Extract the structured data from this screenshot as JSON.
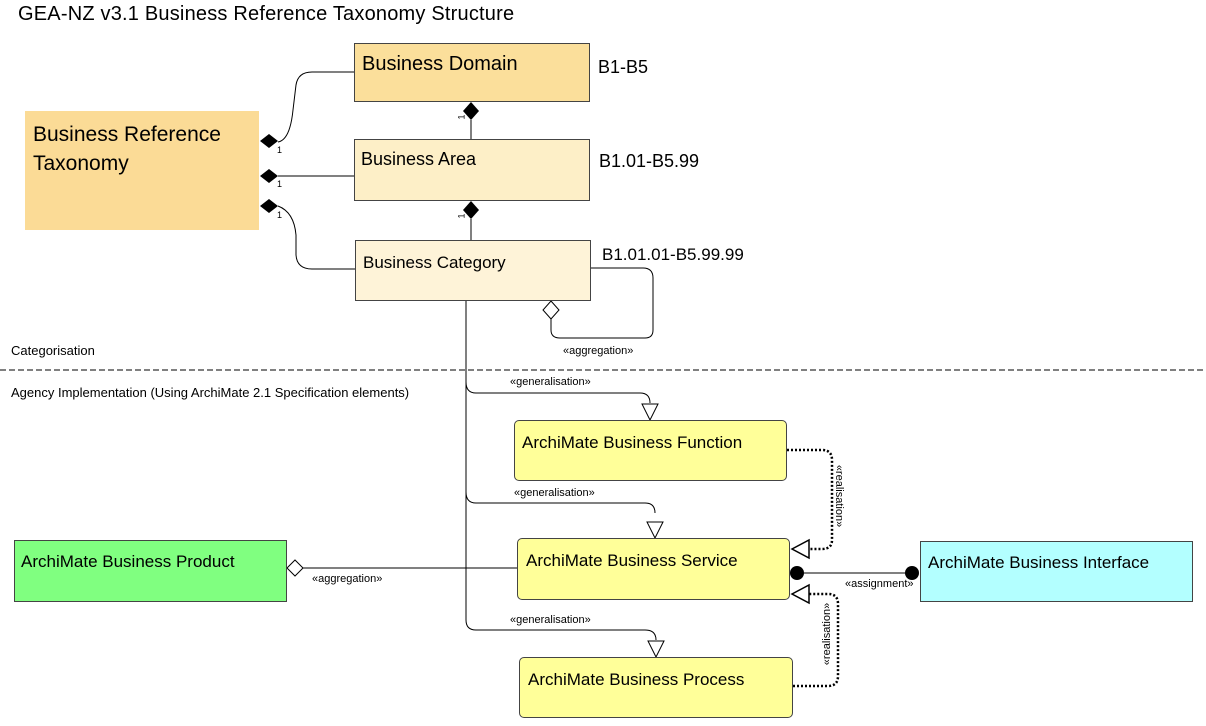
{
  "title": "GEA-NZ v3.1 Business Reference Taxonomy Structure",
  "colors": {
    "taxonomy": "#fbdb96",
    "domain": "#fbdf9b",
    "area": "#fdefc7",
    "category": "#fef3d8",
    "archimate_yellow": "#ffff99",
    "product_green": "#80ff80",
    "interface_cyan": "#b3ffff"
  },
  "nodes": {
    "taxonomy": {
      "line1": "Business Reference",
      "line2": "Taxonomy"
    },
    "domain": {
      "label": "Business Domain",
      "code": "B1-B5"
    },
    "area": {
      "label": "Business Area",
      "code": "B1.01-B5.99"
    },
    "category": {
      "label": "Business Category",
      "code": "B1.01.01-B5.99.99"
    },
    "function": {
      "label": "ArchiMate Business Function"
    },
    "service": {
      "label": "ArchiMate Business Service"
    },
    "process": {
      "label": "ArchiMate Business Process"
    },
    "product": {
      "label": "ArchiMate Business Product"
    },
    "interface": {
      "label": "ArchiMate Business Interface"
    }
  },
  "sections": {
    "top": "Categorisation",
    "bottom": "Agency Implementation (Using ArchiMate 2.1 Specification elements)"
  },
  "relations": {
    "aggregation_self": "«aggregation»",
    "generalisation_1": "«generalisation»",
    "generalisation_2": "«generalisation»",
    "generalisation_3": "«generalisation»",
    "realisation_1": "«realisation»",
    "realisation_2": "«realisation»",
    "assignment": "«assignment»",
    "aggregation_product": "«aggregation»"
  },
  "multiplicities": {
    "m1": "1",
    "m2": "1",
    "m3": "1",
    "m4": "1",
    "m5": "1"
  }
}
